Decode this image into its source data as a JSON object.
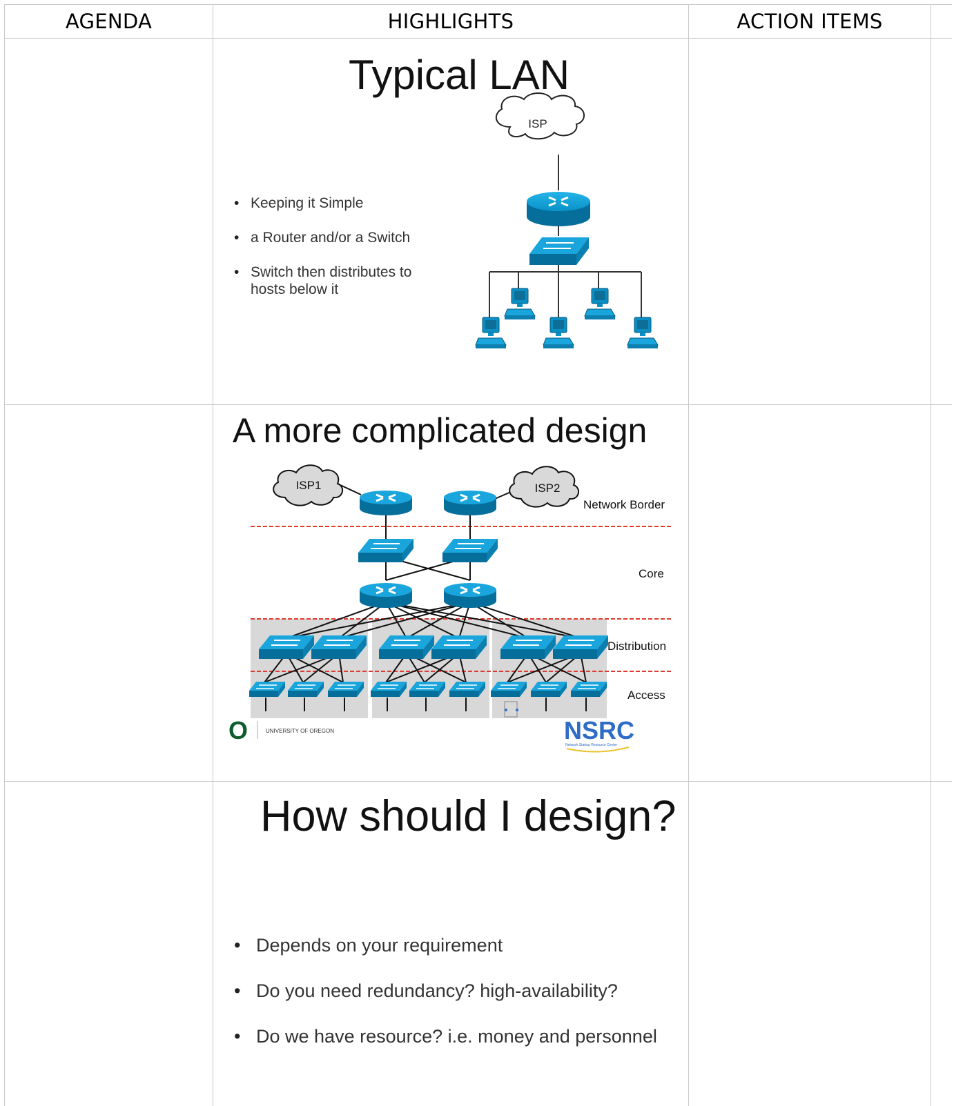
{
  "header": {
    "col1": "AGENDA",
    "col2": "HIGHLIGHTS",
    "col3": "ACTION ITEMS"
  },
  "slide1": {
    "title": "Typical LAN",
    "cloud_label": "ISP",
    "bullets": [
      "Keeping it Simple",
      "a Router and/or a Switch",
      "Switch then distributes to",
      "hosts below it"
    ]
  },
  "slide2": {
    "title": "A more complicated design",
    "isp1": "ISP1",
    "isp2": "ISP2",
    "layer_border": "Network Border",
    "layer_core": "Core",
    "layer_distribution": "Distribution",
    "layer_access": "Access",
    "logo_left_mark": "O",
    "logo_left_text": "UNIVERSITY OF OREGON",
    "logo_right_text": "NSRC",
    "logo_right_sub": "Network Startup Resource Center"
  },
  "slide3": {
    "title": "How should I design?",
    "bullets": [
      "Depends on your requirement",
      "Do you need redundancy? high-availability?",
      "Do we have resource? i.e. money and personnel"
    ]
  },
  "colors": {
    "device_blue": "#0a9ad2",
    "device_dark": "#066e9b",
    "dashed_red": "#e03a2e",
    "zone_gray": "#d8d8d8",
    "grid_line": "#c9c9c9"
  }
}
